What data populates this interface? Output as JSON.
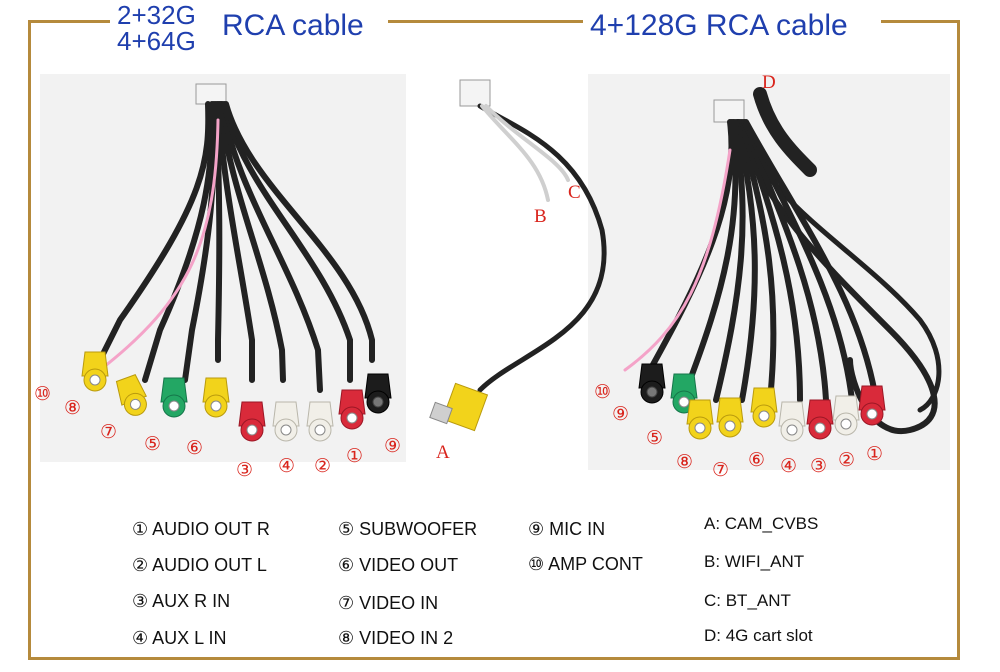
{
  "titles": {
    "left_storage_1": "2+32G",
    "left_storage_2": "4+64G",
    "left_title": "RCA cable",
    "right_title": "4+128G RCA cable"
  },
  "colors": {
    "frame": "#b58a3c",
    "title": "#1f3fae",
    "marker": "#d9241c",
    "yellow": "#f2d31b",
    "red": "#d92a3a",
    "white": "#f1efe8",
    "green": "#23a764",
    "black": "#1c1c1c",
    "pink": "#f4a3c8"
  },
  "left_markers": [
    "⑩",
    "⑧",
    "⑦",
    "⑤",
    "⑥",
    "③",
    "④",
    "②",
    "①",
    "⑨"
  ],
  "middle_markers": [
    "A",
    "B",
    "C"
  ],
  "right_markers": [
    "D",
    "⑩",
    "⑨",
    "⑤",
    "⑧",
    "⑦",
    "⑥",
    "④",
    "③",
    "②",
    "①"
  ],
  "legend": {
    "col1": [
      "① AUDIO OUT R",
      "② AUDIO OUT L",
      "③ AUX R IN",
      "④ AUX L IN"
    ],
    "col2": [
      "⑤ SUBWOOFER",
      "⑥ VIDEO OUT",
      "⑦ VIDEO IN",
      "⑧ VIDEO IN 2"
    ],
    "col3": [
      "⑨ MIC IN",
      "⑩ AMP CONT"
    ],
    "col4": [
      "A: CAM_CVBS",
      "B: WIFI_ANT",
      "C: BT_ANT",
      "D: 4G cart slot"
    ]
  }
}
